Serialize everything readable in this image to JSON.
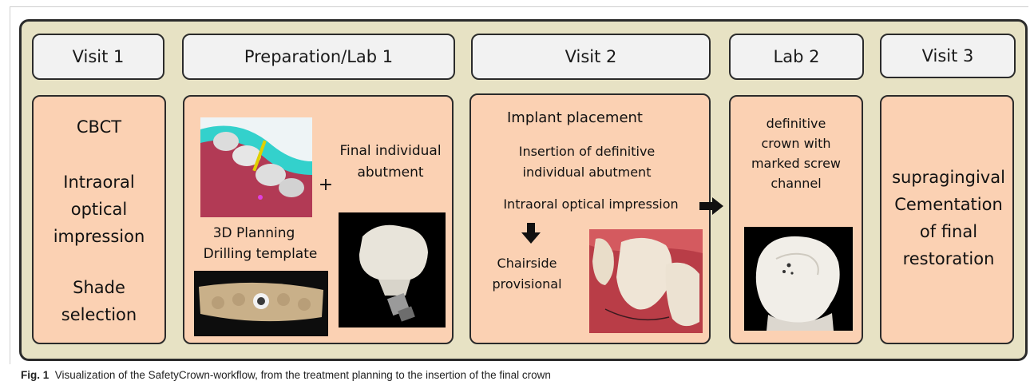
{
  "headers": {
    "visit1": "Visit 1",
    "prep_lab1": "Preparation/Lab 1",
    "visit2": "Visit 2",
    "lab2": "Lab 2",
    "visit3": "Visit 3"
  },
  "visit1": {
    "cbct": "CBCT",
    "impression_1": "Intraoral",
    "impression_2": "optical",
    "impression_3": "impression",
    "shade_1": "Shade",
    "shade_2": "selection"
  },
  "prep": {
    "final_1": "Final individual",
    "final_2": "abutment",
    "plus": "+",
    "planning_1": "3D Planning",
    "planning_2": "Drilling template"
  },
  "visit2": {
    "implant": "Implant placement",
    "insertion_1": "Insertion of definitive",
    "insertion_2": "individual abutment",
    "optical": "Intraoral optical impression",
    "chairside_1": "Chairside",
    "chairside_2": "provisional"
  },
  "lab2": {
    "line1": "definitive",
    "line2": "crown with",
    "line3": "marked screw",
    "line4": "channel"
  },
  "visit3": {
    "line1": "supragingival",
    "line2": "Cementation",
    "line3": "of final",
    "line4": "restoration"
  },
  "caption": {
    "label": "Fig. 1",
    "text": "Visualization of the SafetyCrown-workflow, from the treatment planning to the insertion of the final crown"
  },
  "colors": {
    "panel_bg": "#e7e2c4",
    "header_bg": "#f2f2f2",
    "content_bg": "#fbd1b3",
    "border": "#2b2b2b"
  }
}
